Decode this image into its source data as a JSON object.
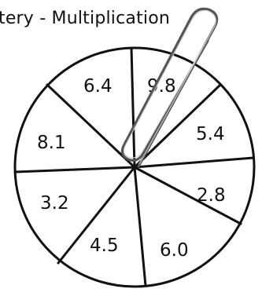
{
  "title": "tery - Multiplication",
  "spinner": {
    "sections": [
      {
        "label": "6.4"
      },
      {
        "label": "9.8"
      },
      {
        "label": "5.4"
      },
      {
        "label": "2.8"
      },
      {
        "label": "6.0"
      },
      {
        "label": "4.5"
      },
      {
        "label": "3.2"
      },
      {
        "label": "8.1"
      }
    ]
  },
  "icons": {
    "paperclip": "paperclip-icon"
  },
  "colors": {
    "ink": "#111111",
    "clip": "#555555"
  }
}
